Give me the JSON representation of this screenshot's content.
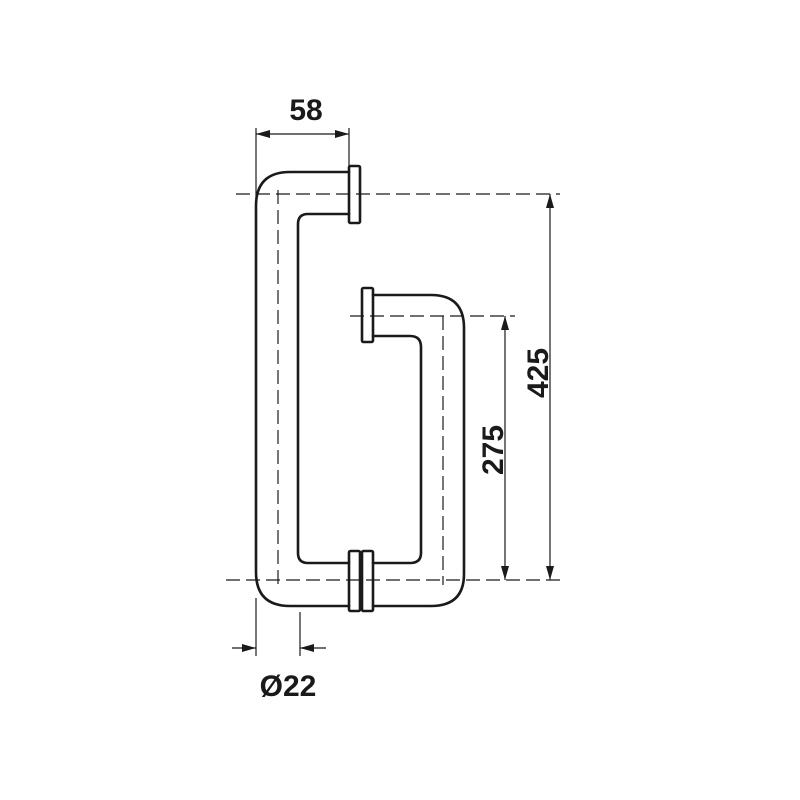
{
  "dimensions": {
    "width": "58",
    "diameter": "Ø22",
    "inner_height": "275",
    "outer_height": "425"
  },
  "colors": {
    "line": "#1a1a1a",
    "background": "#ffffff"
  }
}
